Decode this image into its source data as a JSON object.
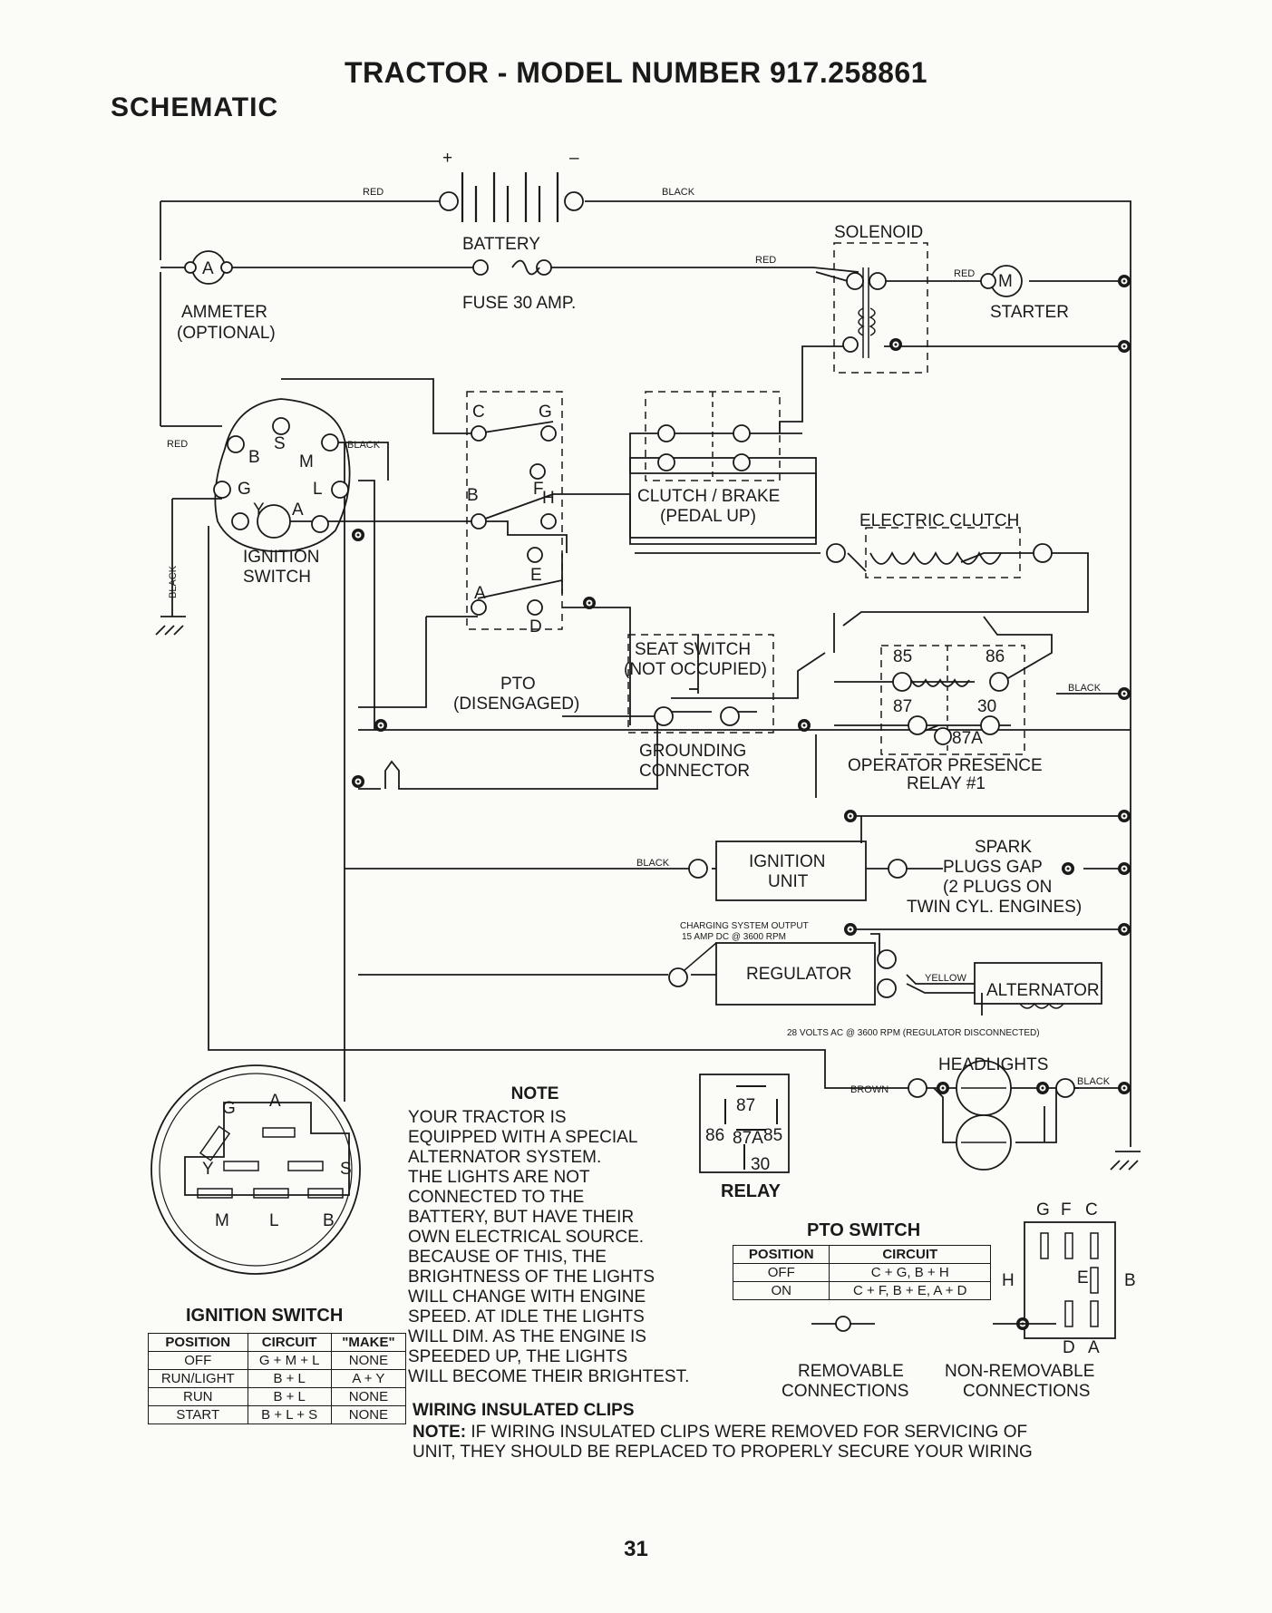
{
  "header": {
    "title": "TRACTOR - MODEL NUMBER 917.258861",
    "section": "SCHEMATIC"
  },
  "components": {
    "battery": "BATTERY",
    "battery_pos": "+",
    "battery_neg": "–",
    "ammeter": "AMMETER",
    "ammeter_optional": "(OPTIONAL)",
    "ammeter_letter": "A",
    "fuse": "FUSE 30 AMP.",
    "solenoid": "SOLENOID",
    "starter": "STARTER",
    "starter_letter": "M",
    "ignition_switch_1": "IGNITION",
    "ignition_switch_2": "SWITCH",
    "clutch_brake_1": "CLUTCH / BRAKE",
    "clutch_brake_2": "(PEDAL UP)",
    "electric_clutch": "ELECTRIC CLUTCH",
    "pto_1": "PTO",
    "pto_2": "(DISENGAGED)",
    "seat_switch_1": "SEAT SWITCH",
    "seat_switch_2": "(NOT OCCUPIED)",
    "grounding_1": "GROUNDING",
    "grounding_2": "CONNECTOR",
    "operator_relay_1": "OPERATOR PRESENCE",
    "operator_relay_2": "RELAY #1",
    "ignition_unit_1": "IGNITION",
    "ignition_unit_2": "UNIT",
    "spark_1": "SPARK",
    "spark_2": "PLUGS GAP",
    "spark_3": "(2 PLUGS ON",
    "spark_4": "TWIN CYL. ENGINES)",
    "charging_1": "CHARGING SYSTEM OUTPUT",
    "charging_2": "15 AMP DC @ 3600 RPM",
    "regulator": "REGULATOR",
    "alternator": "ALTERNATOR",
    "alternator_note": "28 VOLTS AC @ 3600 RPM (REGULATOR DISCONNECTED)",
    "headlights": "HEADLIGHTS",
    "relay": "RELAY"
  },
  "wire_colors": {
    "red": "RED",
    "black": "BLACK",
    "yellow": "YELLOW",
    "brown": "BROWN"
  },
  "terminals": {
    "ign": [
      "B",
      "S",
      "M",
      "G",
      "L",
      "Y",
      "A"
    ],
    "pto": [
      "C",
      "G",
      "F",
      "H",
      "B",
      "E",
      "A",
      "D"
    ],
    "relay": [
      "85",
      "86",
      "87",
      "30",
      "87A"
    ],
    "relay_icon": [
      "87",
      "87A",
      "86",
      "85",
      "30"
    ],
    "face_ign": [
      "G",
      "A",
      "Y",
      "S",
      "M",
      "L",
      "B"
    ],
    "face_pto": [
      "G",
      "F",
      "C",
      "H",
      "E",
      "B",
      "D",
      "A"
    ]
  },
  "note": {
    "title": "NOTE",
    "lines": [
      "YOUR TRACTOR IS",
      "EQUIPPED WITH A SPECIAL",
      "ALTERNATOR SYSTEM.",
      "THE LIGHTS ARE NOT",
      "CONNECTED TO THE",
      "BATTERY, BUT HAVE THEIR",
      "OWN ELECTRICAL SOURCE.",
      "BECAUSE OF THIS, THE",
      "BRIGHTNESS OF THE LIGHTS",
      "WILL CHANGE WITH ENGINE",
      "SPEED.  AT IDLE THE LIGHTS",
      "WILL DIM.  AS THE ENGINE IS",
      "SPEEDED UP, THE LIGHTS",
      "WILL BECOME THEIR BRIGHTEST."
    ]
  },
  "clips": {
    "title": "WIRING INSULATED CLIPS",
    "note_label": "NOTE:",
    "line1": " IF WIRING INSULATED CLIPS WERE REMOVED FOR SERVICING OF",
    "line2": "UNIT, THEY SHOULD BE REPLACED TO PROPERLY SECURE YOUR WIRING"
  },
  "legend": {
    "removable_1": "REMOVABLE",
    "removable_2": "CONNECTIONS",
    "nonremovable_1": "NON-REMOVABLE",
    "nonremovable_2": "CONNECTIONS"
  },
  "ignition_table": {
    "caption": "IGNITION SWITCH",
    "headers": [
      "POSITION",
      "CIRCUIT",
      "\"MAKE\""
    ],
    "rows": [
      [
        "OFF",
        "G + M + L",
        "NONE"
      ],
      [
        "RUN/LIGHT",
        "B + L",
        "A + Y"
      ],
      [
        "RUN",
        "B + L",
        "NONE"
      ],
      [
        "START",
        "B + L + S",
        "NONE"
      ]
    ]
  },
  "pto_table": {
    "caption": "PTO SWITCH",
    "headers": [
      "POSITION",
      "CIRCUIT"
    ],
    "rows": [
      [
        "OFF",
        "C + G, B + H"
      ],
      [
        "ON",
        "C + F, B + E, A + D"
      ]
    ]
  },
  "page_number": "31"
}
